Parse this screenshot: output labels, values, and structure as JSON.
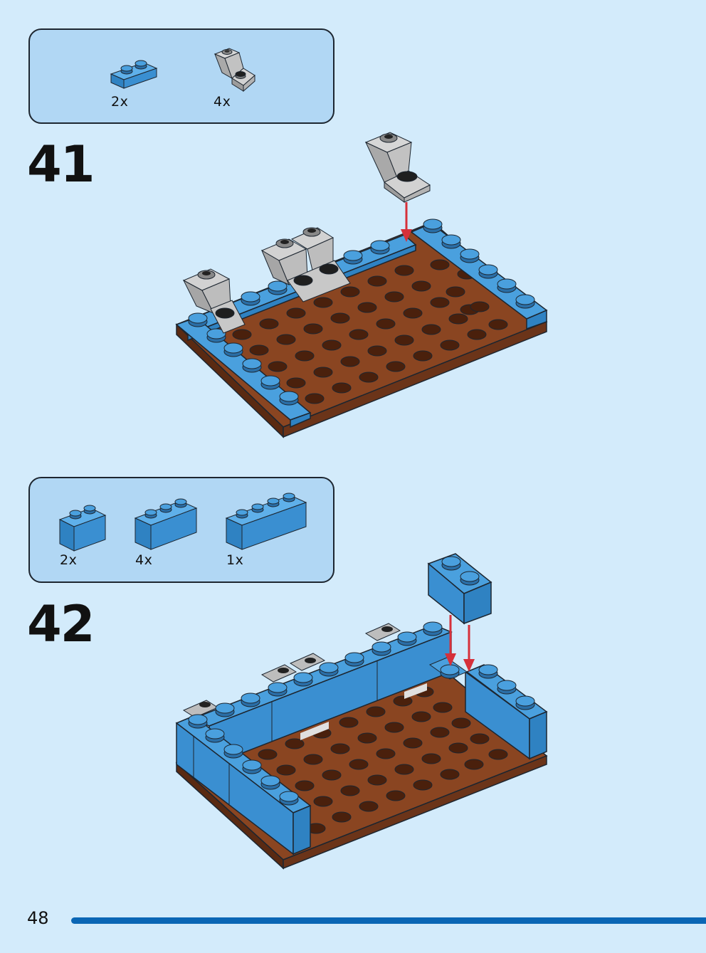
{
  "colors": {
    "background": "#d3ebfb",
    "callout_fill": "#b1d7f4",
    "callout_border": "#1d2630",
    "brick_blue": "#3a8fd1",
    "brick_blue_dark": "#2a6ea6",
    "plate_brown": "#6b3419",
    "stud_brown": "#4a200c",
    "slope_gray": "#b6b6b6",
    "arrow_red": "#d6303a",
    "page_bar": "#0a66b5"
  },
  "steps": [
    {
      "number": "41",
      "parts": [
        {
          "quantity": "2x",
          "icon": "blue-plate-1x2-icon"
        },
        {
          "quantity": "4x",
          "icon": "gray-inverted-slope-icon"
        }
      ]
    },
    {
      "number": "42",
      "parts": [
        {
          "quantity": "2x",
          "icon": "blue-brick-1x2-icon"
        },
        {
          "quantity": "4x",
          "icon": "blue-brick-1x3-icon"
        },
        {
          "quantity": "1x",
          "icon": "blue-brick-1x4-icon"
        }
      ]
    }
  ],
  "footer": {
    "page_number": "48"
  }
}
